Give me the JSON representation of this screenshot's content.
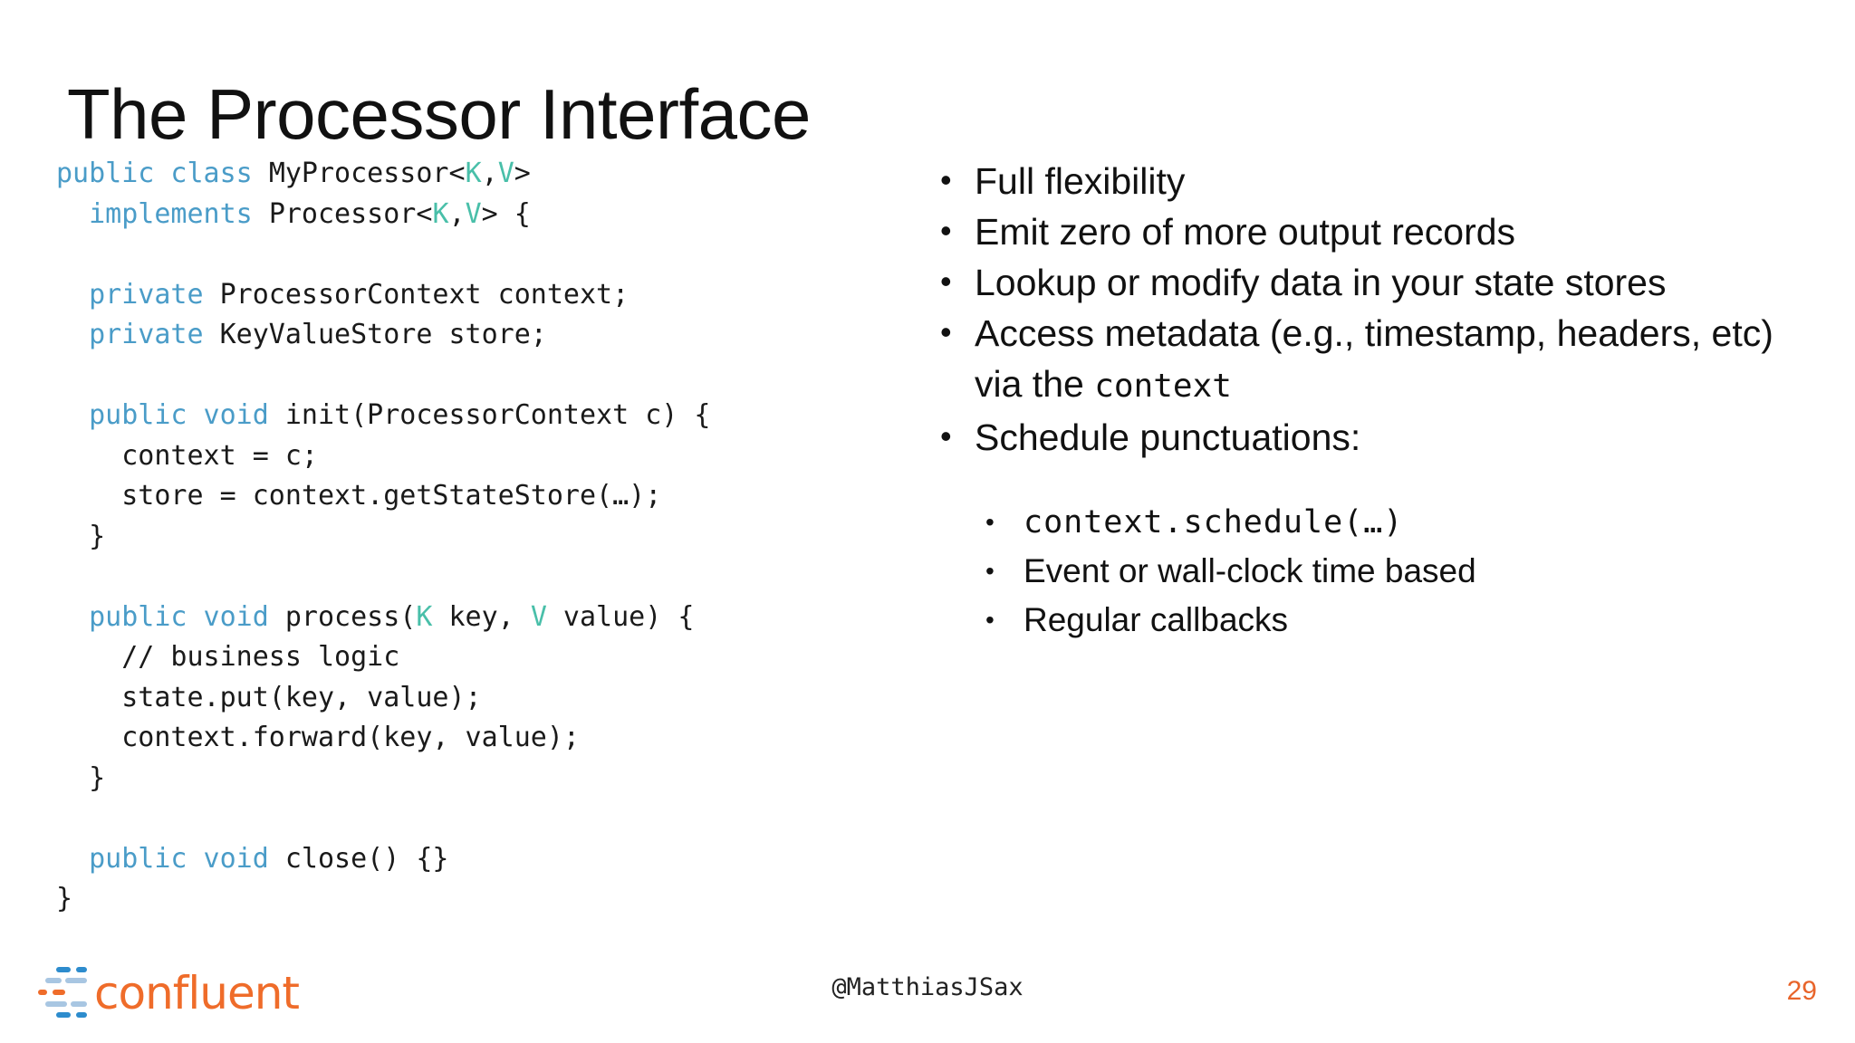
{
  "slide": {
    "title": "The Processor Interface",
    "page_number": "29",
    "accent_color": "#ef6c2a",
    "keyword_color": "#4a9cc8",
    "generic_color": "#49bfa9",
    "text_color": "#111111",
    "background": "#ffffff"
  },
  "code": {
    "language": "java",
    "lines": [
      [
        {
          "t": "public class ",
          "c": "kw"
        },
        {
          "t": "MyProcessor<",
          "c": "plain"
        },
        {
          "t": "K",
          "c": "gen"
        },
        {
          "t": ",",
          "c": "plain"
        },
        {
          "t": "V",
          "c": "gen"
        },
        {
          "t": ">",
          "c": "plain"
        }
      ],
      [
        {
          "t": "  ",
          "c": "plain"
        },
        {
          "t": "implements ",
          "c": "kw"
        },
        {
          "t": "Processor<",
          "c": "plain"
        },
        {
          "t": "K",
          "c": "gen"
        },
        {
          "t": ",",
          "c": "plain"
        },
        {
          "t": "V",
          "c": "gen"
        },
        {
          "t": "> {",
          "c": "plain"
        }
      ],
      [
        {
          "t": "",
          "c": "plain"
        }
      ],
      [
        {
          "t": "  ",
          "c": "plain"
        },
        {
          "t": "private ",
          "c": "kw"
        },
        {
          "t": "ProcessorContext context;",
          "c": "plain"
        }
      ],
      [
        {
          "t": "  ",
          "c": "plain"
        },
        {
          "t": "private ",
          "c": "kw"
        },
        {
          "t": "KeyValueStore store;",
          "c": "plain"
        }
      ],
      [
        {
          "t": "",
          "c": "plain"
        }
      ],
      [
        {
          "t": "  ",
          "c": "plain"
        },
        {
          "t": "public void ",
          "c": "kw"
        },
        {
          "t": "init(ProcessorContext c) {",
          "c": "plain"
        }
      ],
      [
        {
          "t": "    context = c;",
          "c": "plain"
        }
      ],
      [
        {
          "t": "    store = context.getStateStore(…);",
          "c": "plain"
        }
      ],
      [
        {
          "t": "  }",
          "c": "plain"
        }
      ],
      [
        {
          "t": "",
          "c": "plain"
        }
      ],
      [
        {
          "t": "  ",
          "c": "plain"
        },
        {
          "t": "public void ",
          "c": "kw"
        },
        {
          "t": "process(",
          "c": "plain"
        },
        {
          "t": "K",
          "c": "gen"
        },
        {
          "t": " key, ",
          "c": "plain"
        },
        {
          "t": "V",
          "c": "gen"
        },
        {
          "t": " value) {",
          "c": "plain"
        }
      ],
      [
        {
          "t": "    // business logic",
          "c": "plain"
        }
      ],
      [
        {
          "t": "    state.put(key, value);",
          "c": "plain"
        }
      ],
      [
        {
          "t": "    context.forward(key, value);",
          "c": "plain"
        }
      ],
      [
        {
          "t": "  }",
          "c": "plain"
        }
      ],
      [
        {
          "t": "",
          "c": "plain"
        }
      ],
      [
        {
          "t": "  ",
          "c": "plain"
        },
        {
          "t": "public void ",
          "c": "kw"
        },
        {
          "t": "close() {}",
          "c": "plain"
        }
      ],
      [
        {
          "t": "}",
          "c": "plain"
        }
      ]
    ]
  },
  "bullets": {
    "marker": "•",
    "sub_marker": "•",
    "items": [
      {
        "parts": [
          {
            "t": "Full flexibility",
            "mono": false
          }
        ],
        "children": []
      },
      {
        "parts": [
          {
            "t": "Emit zero of more output records",
            "mono": false
          }
        ],
        "children": []
      },
      {
        "parts": [
          {
            "t": "Lookup or modify data in your state stores",
            "mono": false
          }
        ],
        "children": []
      },
      {
        "parts": [
          {
            "t": "Access metadata (e.g., timestamp, headers, etc) via the ",
            "mono": false
          },
          {
            "t": "context",
            "mono": true
          }
        ],
        "children": []
      },
      {
        "parts": [
          {
            "t": "Schedule punctuations:",
            "mono": false
          }
        ],
        "children": [
          {
            "t": "context.schedule(…)",
            "mono": true
          },
          {
            "t": "Event or wall-clock time based",
            "mono": false
          },
          {
            "t": "Regular callbacks",
            "mono": false
          }
        ]
      }
    ]
  },
  "footer": {
    "handle": "@MatthiasJSax",
    "logo_text": "confluent",
    "logo_word_color": "#ef6c2a",
    "logo_mark_blue": "#2d8ccd",
    "logo_mark_light_blue": "#a8c6e2",
    "logo_mark_orange": "#ef6c2a"
  }
}
